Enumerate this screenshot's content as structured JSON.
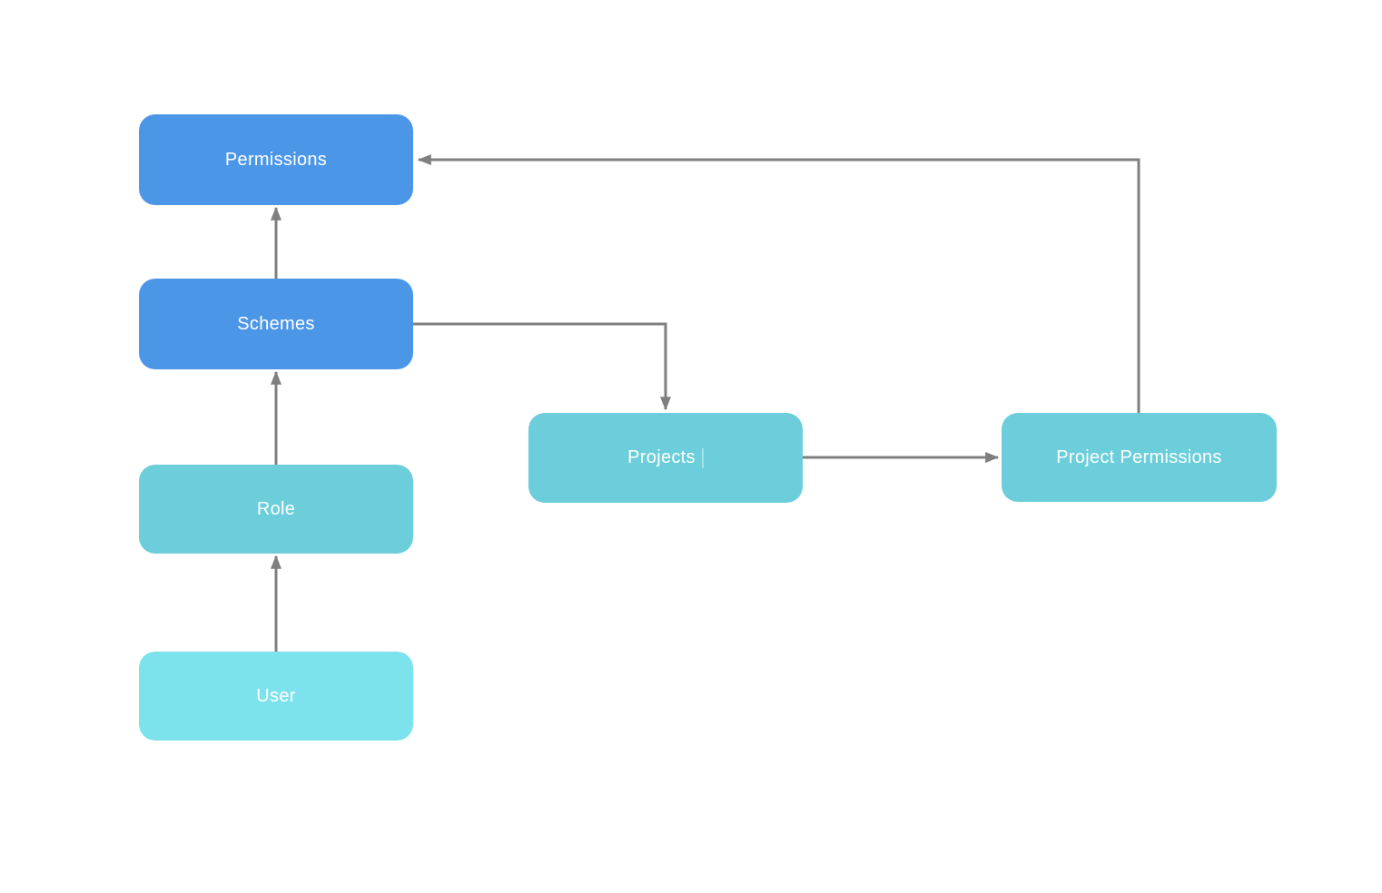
{
  "canvas": {
    "background": "#ffffff"
  },
  "colors": {
    "blue_node": "#4C96E8",
    "teal_node": "#6BCEDA",
    "light_teal_node": "#7CE2EC",
    "connector": "#7f7f7f",
    "node_text": "#ffffff"
  },
  "diagram": {
    "nodes": [
      {
        "id": "permissions",
        "label": "Permissions",
        "color": "#4C96E8"
      },
      {
        "id": "schemes",
        "label": "Schemes",
        "color": "#4C96E8"
      },
      {
        "id": "role",
        "label": "Role",
        "color": "#6BCEDA"
      },
      {
        "id": "user",
        "label": "User",
        "color": "#7CE2EC"
      },
      {
        "id": "projects",
        "label": "Projects",
        "color": "#6BCEDA"
      },
      {
        "id": "project-permissions",
        "label": "Project Permissions",
        "color": "#6BCEDA"
      }
    ],
    "connectors": [
      {
        "from": "user",
        "to": "role",
        "arrow": "up"
      },
      {
        "from": "role",
        "to": "schemes",
        "arrow": "up"
      },
      {
        "from": "schemes",
        "to": "permissions",
        "arrow": "up"
      },
      {
        "from": "schemes",
        "to": "projects",
        "arrow": "down"
      },
      {
        "from": "projects",
        "to": "project-permissions",
        "arrow": "right"
      },
      {
        "from": "project-permissions",
        "to": "permissions",
        "arrow": "left"
      }
    ]
  }
}
